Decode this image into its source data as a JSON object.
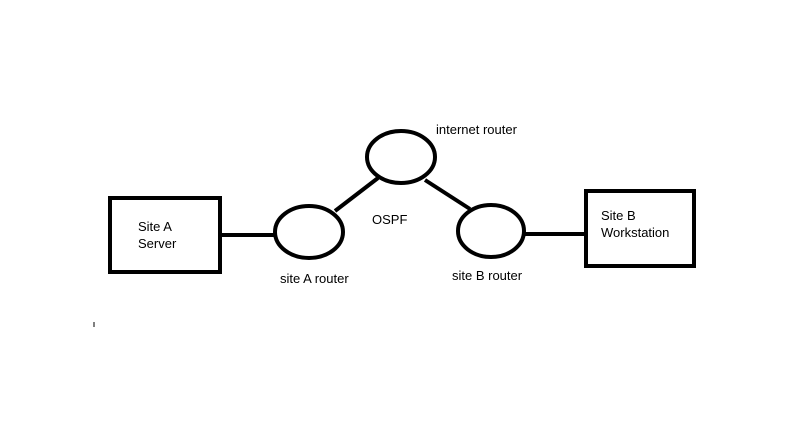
{
  "diagram": {
    "site_a_box": {
      "line1": "Site A",
      "line2": "Server"
    },
    "site_b_box": {
      "line1": "Site B",
      "line2": "Workstation"
    },
    "labels": {
      "internet_router": "internet router",
      "site_a_router": "site A router",
      "site_b_router": "site B router",
      "ospf": "OSPF"
    },
    "colors": {
      "stroke": "#000000",
      "background": "#ffffff"
    }
  }
}
